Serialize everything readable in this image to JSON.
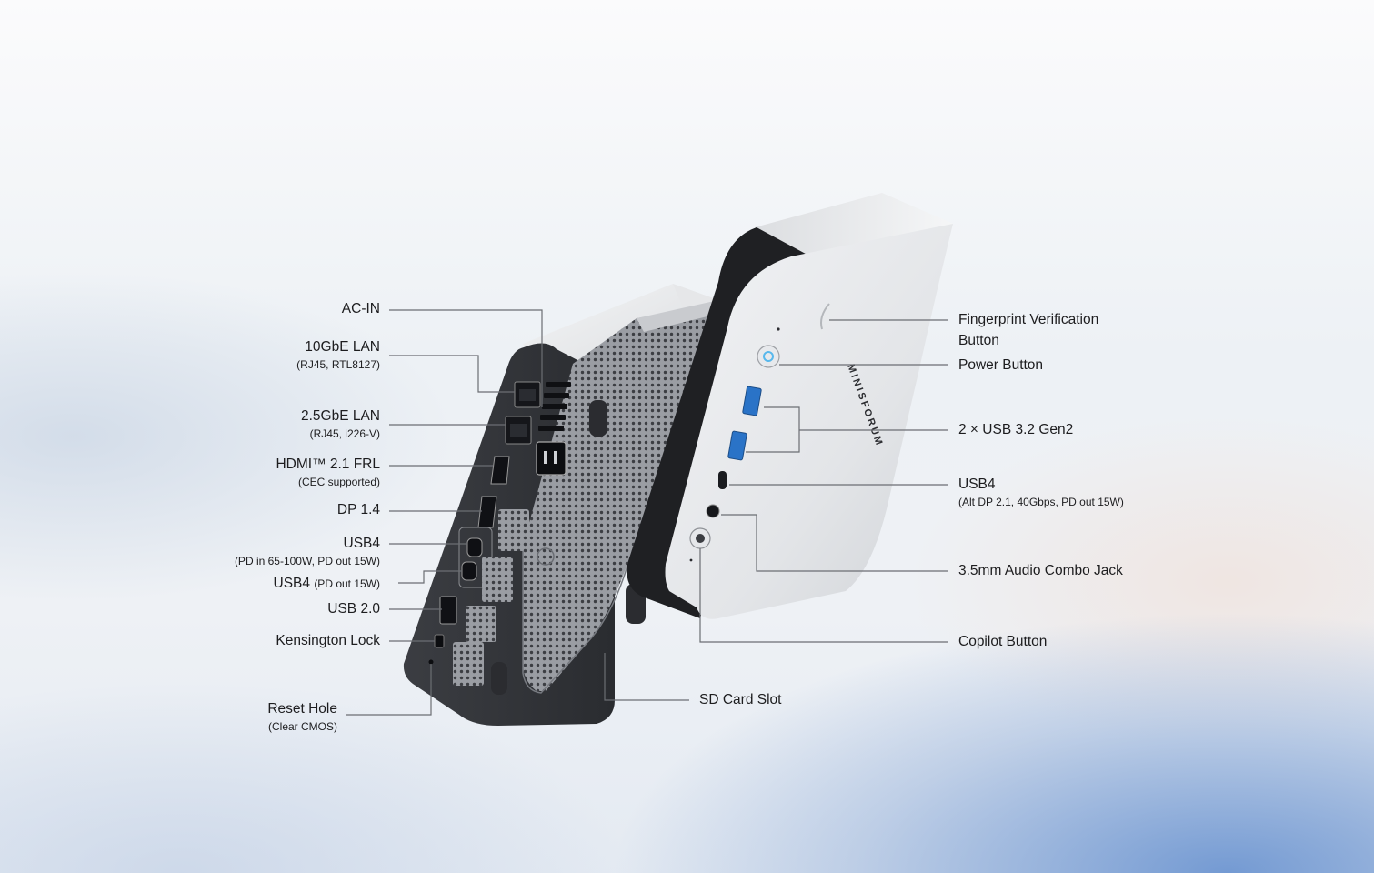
{
  "labels": {
    "ac_in": "AC-IN",
    "lan_10gbe": "10GbE LAN",
    "lan_10gbe_sub": "(RJ45, RTL8127)",
    "lan_25gbe": "2.5GbE LAN",
    "lan_25gbe_sub": "(RJ45, i226-V)",
    "hdmi": "HDMI™ 2.1 FRL",
    "hdmi_sub": "(CEC supported)",
    "dp": "DP 1.4",
    "usb4_rear_a": "USB4",
    "usb4_rear_a_sub": "(PD in 65-100W, PD out 15W)",
    "usb4_rear_b": "USB4",
    "usb4_rear_b_sub": "(PD out 15W)",
    "usb20": "USB 2.0",
    "kensington": "Kensington Lock",
    "reset": "Reset Hole",
    "reset_sub": "(Clear CMOS)",
    "sd_card": "SD Card Slot",
    "fingerprint": "Fingerprint Verification",
    "fingerprint_line2": "Button",
    "power": "Power Button",
    "usb32": "2 × USB 3.2 Gen2",
    "usb4_front": "USB4",
    "usb4_front_sub": "(Alt DP 2.1, 40Gbps, PD out 15W)",
    "audio": "3.5mm Audio Combo Jack",
    "copilot": "Copilot Button"
  },
  "brand_text": "MINISFORUM",
  "colors": {
    "text": "#1d1d1f",
    "leader_line": "#6b6e73",
    "chassis_light": "#e9eaec",
    "chassis_dark": "#1f2023",
    "grille": "#5d6067",
    "power_led": "#58b8ec"
  }
}
